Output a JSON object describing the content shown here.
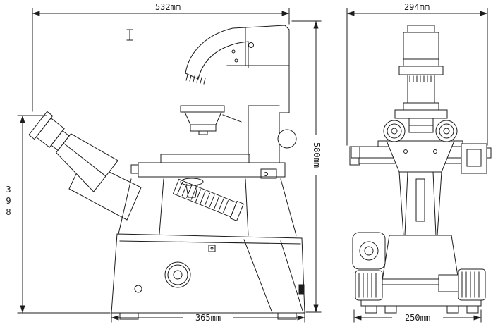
{
  "dimensions": {
    "side_view": {
      "top_width": "532mm",
      "right_height": "580mm",
      "left_height": "398",
      "base_width": "365mm"
    },
    "front_view": {
      "top_width": "294mm",
      "base_width": "250mm"
    }
  },
  "colors": {
    "line": "#1c1c1c",
    "background": "#ffffff"
  }
}
